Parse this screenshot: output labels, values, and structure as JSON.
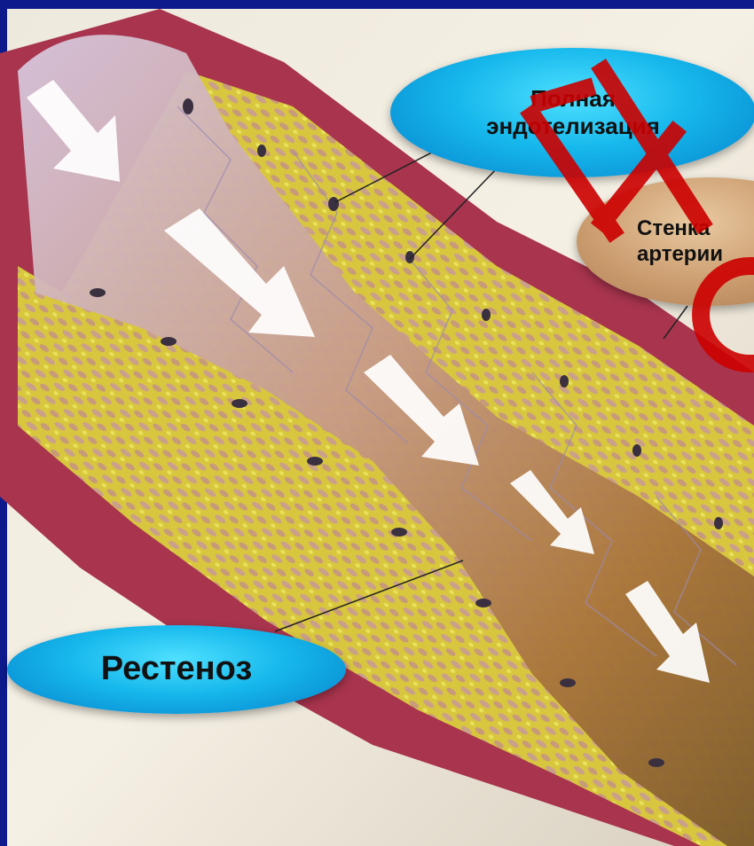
{
  "callouts": {
    "endothelization": {
      "line1": "Полная",
      "line2": "эндотелизация"
    },
    "artery_wall": {
      "line1": "Стенка",
      "line2": "артерии"
    },
    "restenosis": {
      "label": "Рестеноз"
    }
  },
  "colors": {
    "frame": "#0d1a8c",
    "wall": "#a8344e",
    "plaque": "#d9c63a",
    "lumen": "#b99aa0",
    "arrow": "#ffffff",
    "callout_blue": "#16b8ec",
    "callout_tan": "#c99a6c",
    "watermark": "#cc0000"
  }
}
